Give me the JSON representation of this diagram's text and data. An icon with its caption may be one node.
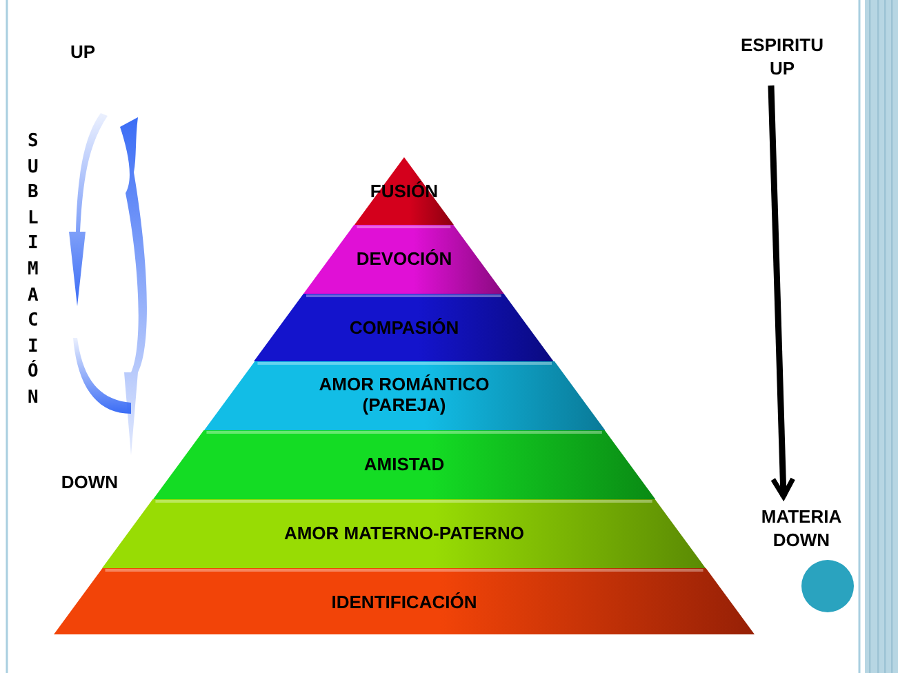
{
  "diagram": {
    "nodes": [
      {
        "text": [
          "FUSIÓN"
        ]
      },
      {
        "text": [
          "DEVOCIÓN"
        ]
      },
      {
        "text": [
          "COMPASIÓN"
        ]
      },
      {
        "text": [
          "AMOR ROMÁNTICO (PAREJA)"
        ]
      },
      {
        "text": [
          "AMISTAD"
        ]
      },
      {
        "text": [
          "AMOR MATERNO-PATERNO"
        ]
      },
      {
        "text": [
          "IDENTIFICACIÓN"
        ]
      },
      {
        "text": [
          "ESPIRITU UP"
        ]
      },
      {
        "text": [
          "MATERIA DOWN"
        ]
      }
    ],
    "edges": [
      {
        "from": 7,
        "to": 8,
        "arrow": "to"
      }
    ],
    "labels": [
      "UP",
      "SUBLIMACIÓN",
      "DOWN"
    ]
  }
}
